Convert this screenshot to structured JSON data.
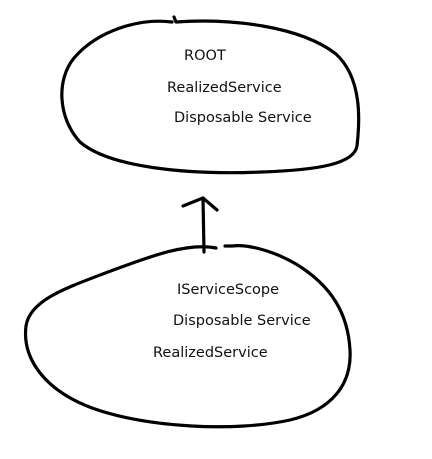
{
  "colors": {
    "background": "#ffffff",
    "ink": "#000000"
  },
  "root_scope": {
    "labels": [
      "ROOT",
      "RealizedService",
      "Disposable Service"
    ]
  },
  "child_scope": {
    "labels": [
      "IServiceScope",
      "Disposable Service",
      "RealizedService"
    ]
  },
  "connector": {
    "direction": "up"
  }
}
